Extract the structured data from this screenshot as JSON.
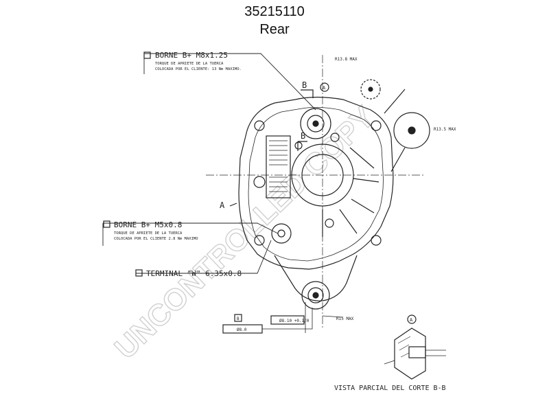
{
  "part_number": "35215110",
  "view": "Rear",
  "watermark": "UNCONTROLLED COPY",
  "callouts": {
    "b_plus_m8": {
      "title": "BORNE B+ M8x1.25",
      "line1": "TORQUE DE APRIETE DE LA TUERCA",
      "line2": "COLOCADA POR EL CLIENTE: 13 Nm MAXIMO."
    },
    "b_plus_m5": {
      "title": "BORNE B+ M5x0.8",
      "line1": "TORQUE DE APRIETE DE LA TUERCA",
      "line2": "COLOCADA POR EL CLIENTE 2.8 Nm MAXIMO"
    },
    "terminal_w": {
      "title": "TERMINAL \"W\" 6.35x0.8"
    }
  },
  "section_marks": {
    "a": "A",
    "b": "B"
  },
  "radius_labels": {
    "r_top": "R13.8 MAX",
    "r_right": "R13.5 MAX",
    "r_bottom": "R15 MAX"
  },
  "tolerance": {
    "value": "Ø8.0",
    "ref": "B",
    "dia": "Ø8.10 +0.1/0"
  },
  "detail_caption": "VISTA PARCIAL DEL CORTE B-B"
}
